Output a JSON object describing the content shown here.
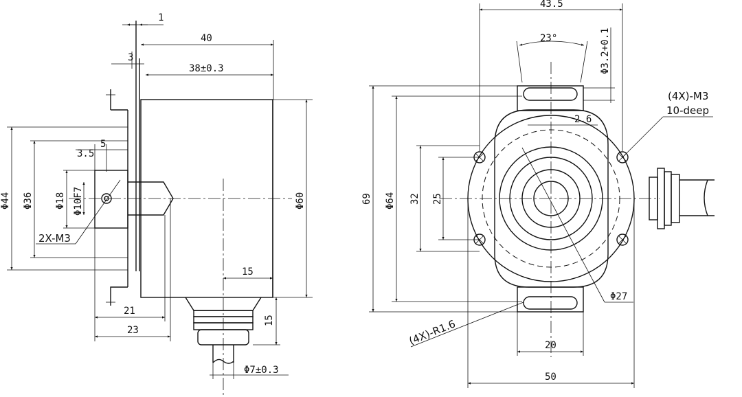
{
  "drawing": {
    "side_view": {
      "dims": {
        "flange_thk": "1",
        "flange_step": "3",
        "body_len": "40",
        "body_len_tol": "38±0.3",
        "hole_offset": "3.5",
        "hole_pitch": "5",
        "dia_44": "Φ44",
        "dia_36": "Φ36",
        "dia_18": "Φ18",
        "dia_10": "Φ10F7",
        "dia_60": "Φ60",
        "screw_label": "2X-M3",
        "gland_offset": "15",
        "gland_height": "15",
        "len_21": "21",
        "len_23": "23",
        "cable_dia": "Φ7±0.3"
      }
    },
    "front_view": {
      "dims": {
        "width_top": "43.5",
        "slot_angle": "23°",
        "slot_dia": "Φ3.2+0.1",
        "mount_holes": "(4X)-M3",
        "mount_depth": "10-deep",
        "gap": "2.6",
        "h_69": "69",
        "h_64": "Φ64",
        "h_32": "32",
        "h_25": "25",
        "dia_27": "Φ27",
        "slot_radius": "(4X)-R1.6",
        "width_20": "20",
        "width_50": "50"
      }
    }
  }
}
